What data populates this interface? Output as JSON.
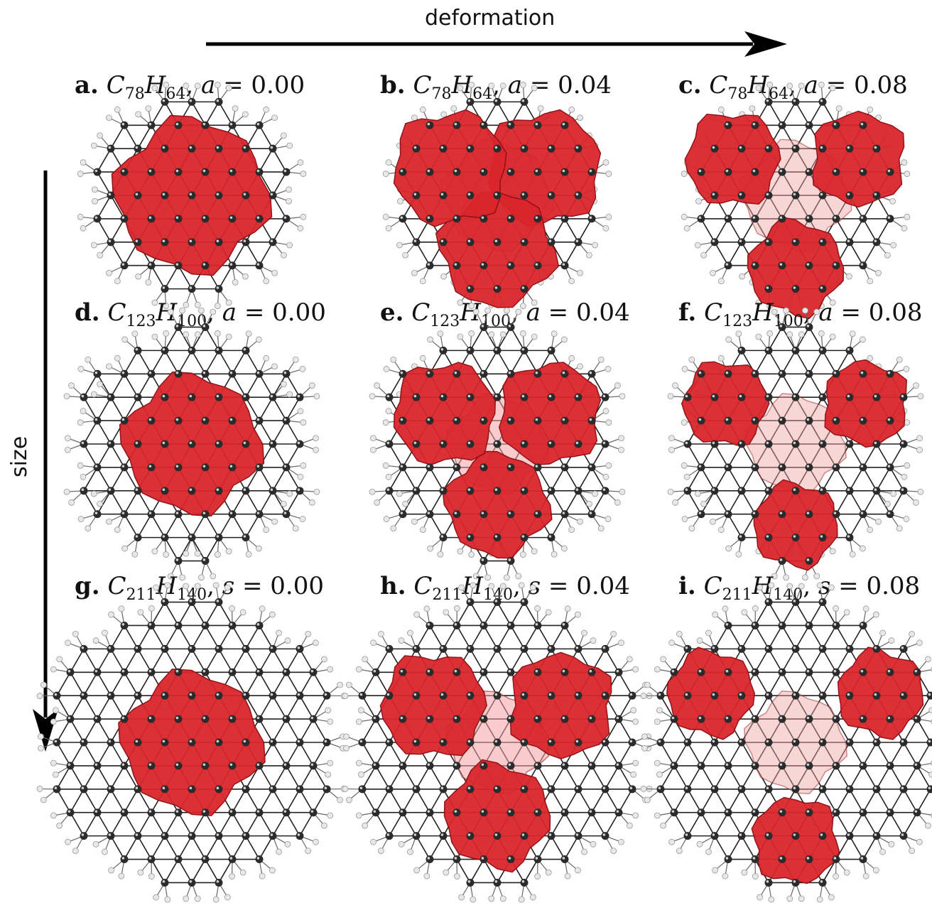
{
  "axes": {
    "horizontal_label": "deformation",
    "vertical_label": "size"
  },
  "panels": [
    {
      "letter": "a.",
      "c": "78",
      "h": "64",
      "param": "a",
      "value": "0.00",
      "size": 0,
      "deform": 0
    },
    {
      "letter": "b.",
      "c": "78",
      "h": "64",
      "param": "a",
      "value": "0.04",
      "size": 0,
      "deform": 1
    },
    {
      "letter": "c.",
      "c": "78",
      "h": "64",
      "param": "a",
      "value": "0.08",
      "size": 0,
      "deform": 2
    },
    {
      "letter": "d.",
      "c": "123",
      "h": "100",
      "param": "a",
      "value": "0.00",
      "size": 1,
      "deform": 0
    },
    {
      "letter": "e.",
      "c": "123",
      "h": "100",
      "param": "a",
      "value": "0.04",
      "size": 1,
      "deform": 1
    },
    {
      "letter": "f.",
      "c": "123",
      "h": "100",
      "param": "a",
      "value": "0.08",
      "size": 1,
      "deform": 2
    },
    {
      "letter": "g.",
      "c": "211",
      "h": "140",
      "param": "s",
      "value": "0.00",
      "size": 2,
      "deform": 0
    },
    {
      "letter": "h.",
      "c": "211",
      "h": "140",
      "param": "s",
      "value": "0.04",
      "size": 2,
      "deform": 1
    },
    {
      "letter": "i.",
      "c": "211",
      "h": "140",
      "param": "s",
      "value": "0.08",
      "size": 2,
      "deform": 2
    }
  ],
  "colors": {
    "density": "#d9252b",
    "density_dark": "#8e0f14",
    "density_faint": "#f2a3a3",
    "carbon": "#2b2b2b",
    "hydrogen": "#e8e8e8",
    "bond": "#222222"
  }
}
